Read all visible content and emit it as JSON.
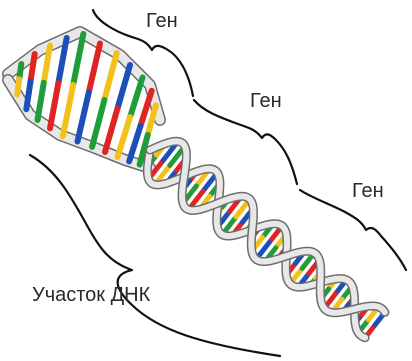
{
  "labels": {
    "gene_1": "Ген",
    "gene_2": "Ген",
    "gene_3": "Ген",
    "dna_segment": "Участок ДНК"
  },
  "colors": {
    "rung_colors": [
      "#1d4fb8",
      "#1f9d3a",
      "#e02424",
      "#f2c21b"
    ],
    "strand_fill": "#e8e8e8",
    "strand_edge": "#6e6e6e",
    "brace": "#111111"
  }
}
